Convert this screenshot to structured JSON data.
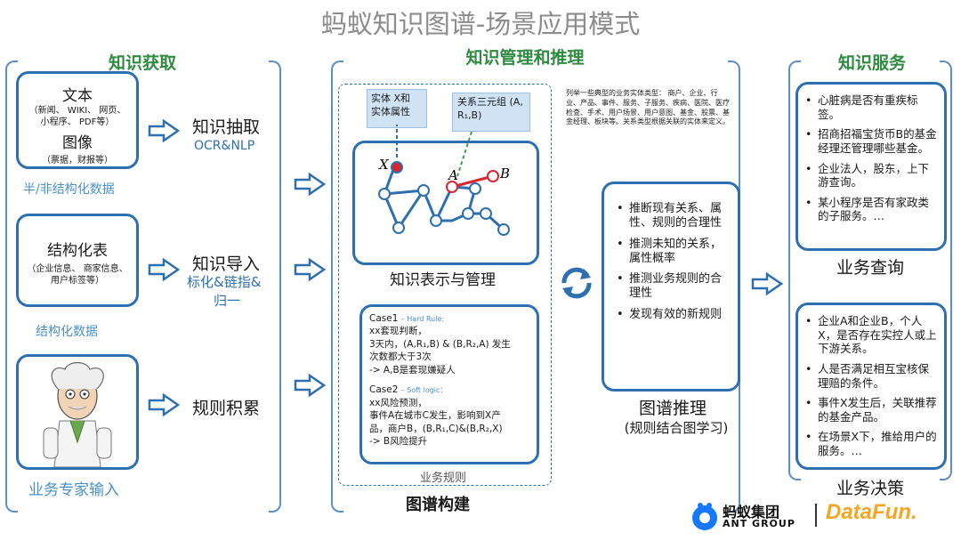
{
  "title": "蚂蚁知识图谱-场景应用模式",
  "sections": {
    "acquire": "知识获取",
    "manage": "知识管理和推理",
    "service": "知识服务"
  },
  "acquire": {
    "text_title": "文本",
    "text_sub": "（新闻、 WIKI、 网页、小程序、 PDF等）",
    "image_title": "图像",
    "image_sub": "（票据，财报等）",
    "semi_label": "半/非结构化数据",
    "extract_title": "知识抽取",
    "extract_sub": "OCR&NLP",
    "table_title": "结构化表",
    "table_sub": "（企业信息、 商家信息、用户标签等）",
    "struct_label": "结构化数据",
    "import_title": "知识导入",
    "import_sub1": "标化&链指&",
    "import_sub2": "归一",
    "rule_title": "规则积累",
    "expert_label": "业务专家输入"
  },
  "manage": {
    "entity_note": "实体 X和 实体属性",
    "triple_note": "关系三元组 (A, R₁,B)",
    "node_x": "X",
    "node_a": "A",
    "node_b": "B",
    "kr_label": "知识表示与管理",
    "desc": "列举一些典型的业务实体类型： 商户、企业、行业、产品、事件、服务、子服务、疾病、医院、医疗检查、手术、用户场景、用户意图、基金、股票、基金经理、板块等。关系类型根据关联的实体来定义。",
    "case1_head": "Case1",
    "case1_tag": "– Hard Rule:",
    "case1_lines": [
      "xx套现判断，",
      "3天内，(A,R₁,B) & (B,R₂,A) 发生",
      "次数都大于3次",
      "-> A,B是套现嫌疑人"
    ],
    "case2_head": "Case2",
    "case2_tag": "– Soft logic：",
    "case2_lines": [
      "xx风险预测，",
      "事件A在城市C发生，影响到X产",
      "品，商户B，(B,R₁,C)&(B,R₂,X)",
      "-> B风险提升"
    ],
    "rules_label": "业务规则",
    "build_label": "图谱构建",
    "reason_items": [
      "推断现有关系、属性、规则的合理性",
      "推测未知的关系，属性概率",
      "推测业务规则的合理性",
      "发现有效的新规则"
    ],
    "reason_title": "图谱推理",
    "reason_sub": "(规则结合图学习)"
  },
  "service": {
    "query_items": [
      "心脏病是否有重疾标签。",
      "招商招福宝货币B的基金经理还管理哪些基金。",
      "企业法人，股东，上下游查询。",
      "某小程序是否有家政类的子服务。…"
    ],
    "query_title": "业务查询",
    "decision_items": [
      "企业A和企业B，个人X，是否存在实控人或上下游关系。",
      "人是否满足相互宝核保理赔的条件。",
      "事件X发生后，关联推荐的基金产品。",
      "在场景X下，推给用户的服务。…"
    ],
    "decision_title": "业务决策"
  },
  "footer": {
    "ant_cn": "蚂蚁集团",
    "ant_en": "ANT GROUP",
    "datafun": "DataFun."
  },
  "colors": {
    "box_border": "#2d6fb0",
    "section_title": "#2e8b3f",
    "graph_node": "#2d6fb0",
    "highlight_red": "#d9262e",
    "note_bg": "#cfe3f5",
    "datafun_orange": "#f5a623"
  }
}
